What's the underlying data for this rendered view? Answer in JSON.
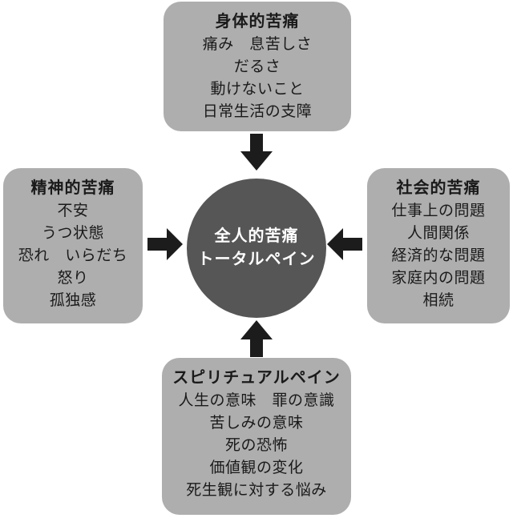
{
  "center": {
    "line1": "全人的苦痛",
    "line2": "トータルペイン"
  },
  "boxes": {
    "top": {
      "title": "身体的苦痛",
      "items": [
        "痛み　息苦しさ",
        "だるさ",
        "動けないこと",
        "日常生活の支障"
      ]
    },
    "left": {
      "title": "精神的苦痛",
      "items": [
        "不安",
        "うつ状態",
        "恐れ　いらだち",
        "怒り",
        "孤独感"
      ]
    },
    "right": {
      "title": "社会的苦痛",
      "items": [
        "仕事上の問題",
        "人間関係",
        "経済的な問題",
        "家庭内の問題",
        "相続"
      ]
    },
    "bottom": {
      "title": "スピリチュアルペイン",
      "items": [
        "人生の意味　罪の意識",
        "苦しみの意味",
        "死の恐怖",
        "価値観の変化",
        "死生観に対する悩み"
      ]
    }
  },
  "icons": {
    "top_arrow": "arrow-down",
    "left_arrow": "arrow-right",
    "right_arrow": "arrow-left",
    "bottom_arrow": "arrow-up"
  },
  "colors": {
    "background": "#ffffff",
    "box_bg": "#aeaeae",
    "box_text": "#1a1a1a",
    "circle_bg": "#565656",
    "circle_text": "#ffffff",
    "arrow": "#1c1c1c"
  }
}
